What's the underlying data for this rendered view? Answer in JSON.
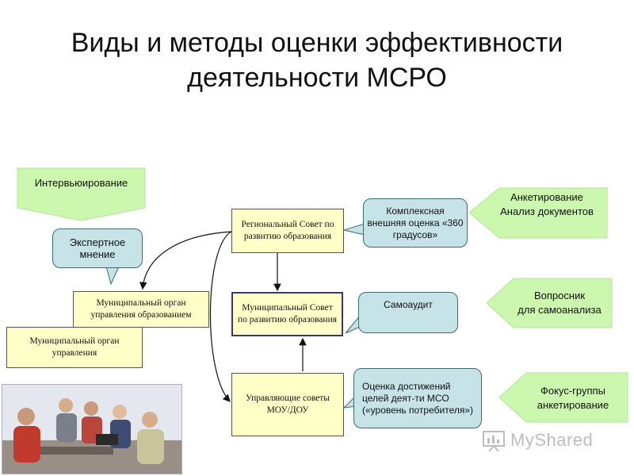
{
  "title": {
    "line1": "Виды и методы оценки эффективности",
    "line2": "деятельности МСРО"
  },
  "boxes": {
    "regional_council": "Региональный Совет по развитию образования",
    "municipal_council": "Муниципальный Совет по развитию образования",
    "municipal_edu_body": "Муниципальный орган управления образованием",
    "municipal_body": "Муниципальный орган управления",
    "governing_councils": "Управляющие советы МОУ/ДОУ"
  },
  "callouts": {
    "expert_opinion": "Экспертное мнение",
    "complex_assessment": "Комплексная внешняя оценка «360 градусов»",
    "self_audit": "Самоаудит",
    "achievement_assessment": "Оценка достижений целей деят-ти МСО («уровень потребителя»)"
  },
  "methods": {
    "interview": "Интервьюирование",
    "survey_docs_line1": "Анкетирование",
    "survey_docs_line2": "Анализ документов",
    "questionnaire_line1": "Вопросник",
    "questionnaire_line2": "для самоанализа",
    "focus_line1": "Фокус-группы",
    "focus_line2": "анкетирование"
  },
  "watermark": {
    "text": "MyShared",
    "icon": "presentation-board-icon"
  },
  "colors": {
    "box_fill": "#ffffc8",
    "callout_fill": "#c6e3e8",
    "method_fill": "#ccf7ae"
  }
}
